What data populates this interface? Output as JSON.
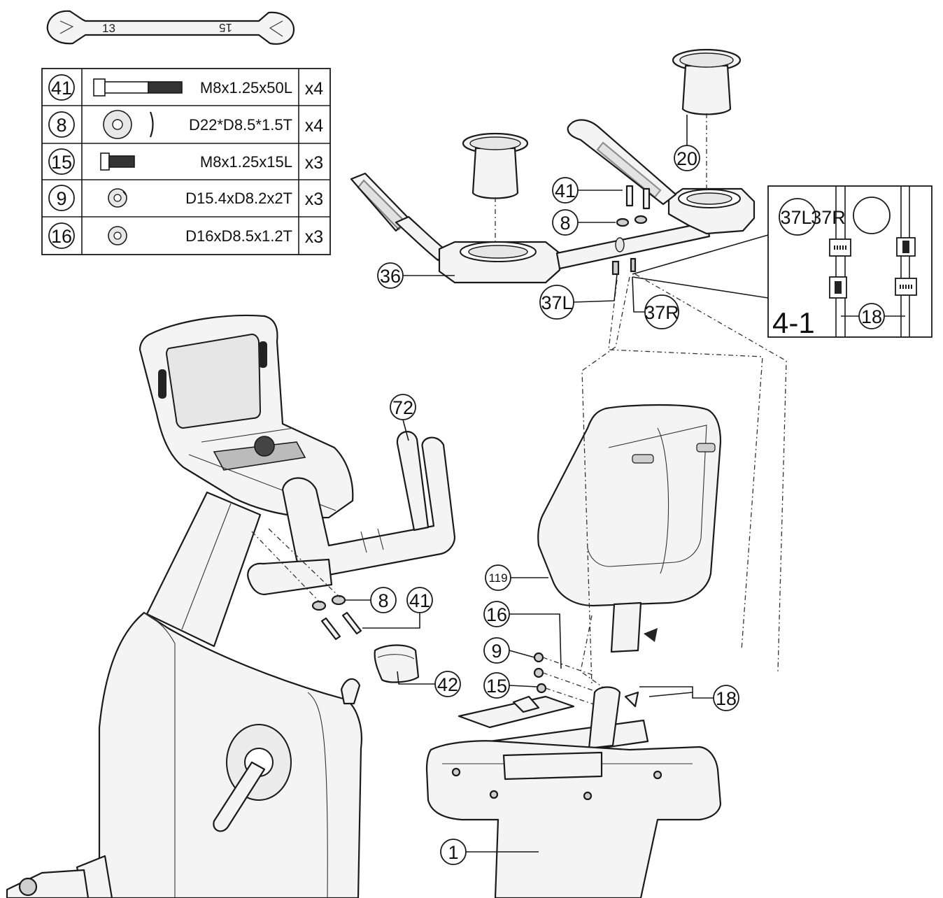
{
  "wrench": {
    "size_left": "13",
    "size_right": "15"
  },
  "hardware_table": [
    {
      "part": "41",
      "icon": "long-bolt-icon",
      "spec": "M8x1.25x50L",
      "qty": "x4"
    },
    {
      "part": "8",
      "icon": "washer-icon",
      "spec": "D22*D8.5*1.5T",
      "qty": "x4"
    },
    {
      "part": "15",
      "icon": "short-bolt-icon",
      "spec": "M8x1.25x15L",
      "qty": "x3"
    },
    {
      "part": "9",
      "icon": "split-washer-icon",
      "spec": "D15.4xD8.2x2T",
      "qty": "x3"
    },
    {
      "part": "16",
      "icon": "flat-washer-icon",
      "spec": "D16xD8.5x1.2T",
      "qty": "x3"
    }
  ],
  "callouts": {
    "c20": "20",
    "c41_top": "41",
    "c8_top": "8",
    "c36": "36",
    "c37L": "37L",
    "c37R": "37R",
    "c72": "72",
    "c119": "119",
    "c8_mid": "8",
    "c41_mid": "41",
    "c16": "16",
    "c9": "9",
    "c15": "15",
    "c42": "42",
    "c18": "18",
    "c1": "1"
  },
  "detail": {
    "title": "4-1",
    "label_37L": "37L",
    "label_37R": "37R",
    "label_18": "18"
  }
}
